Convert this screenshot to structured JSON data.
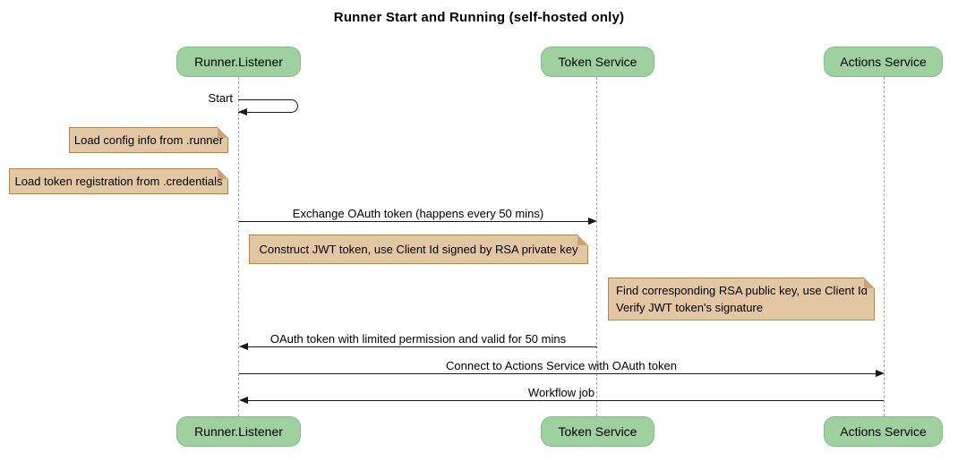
{
  "title": "Runner Start and Running (self-hosted only)",
  "participants": [
    {
      "label": "Runner.Listener"
    },
    {
      "label": "Token Service"
    },
    {
      "label": "Actions Service"
    }
  ],
  "messages": [
    {
      "label": "Start",
      "from": "Runner.Listener",
      "to": "Runner.Listener",
      "kind": "self"
    },
    {
      "label": "Exchange OAuth token (happens every 50 mins)",
      "from": "Runner.Listener",
      "to": "Token Service"
    },
    {
      "label": "OAuth token with limited permission and valid for 50 mins",
      "from": "Token Service",
      "to": "Runner.Listener"
    },
    {
      "label": "Connect to Actions Service with OAuth token",
      "from": "Runner.Listener",
      "to": "Actions Service"
    },
    {
      "label": "Workflow job",
      "from": "Actions Service",
      "to": "Runner.Listener"
    }
  ],
  "notes": [
    {
      "lines": [
        "Load config info from .runner"
      ]
    },
    {
      "lines": [
        "Load token registration from .credentials"
      ]
    },
    {
      "lines": [
        "Construct JWT token, use Client Id signed by RSA private key"
      ]
    },
    {
      "lines": [
        "Find corresponding RSA public key, use Client Id",
        "Verify JWT token's signature"
      ]
    }
  ],
  "colors": {
    "participant_fill": "#9ED0A0",
    "participant_border": "#84BB8C",
    "note_fill": "#E3C7A3",
    "note_border": "#AE8553",
    "note_fold": "#C9A277",
    "arrow": "#181818",
    "lifeline": "#A8A8A8"
  }
}
